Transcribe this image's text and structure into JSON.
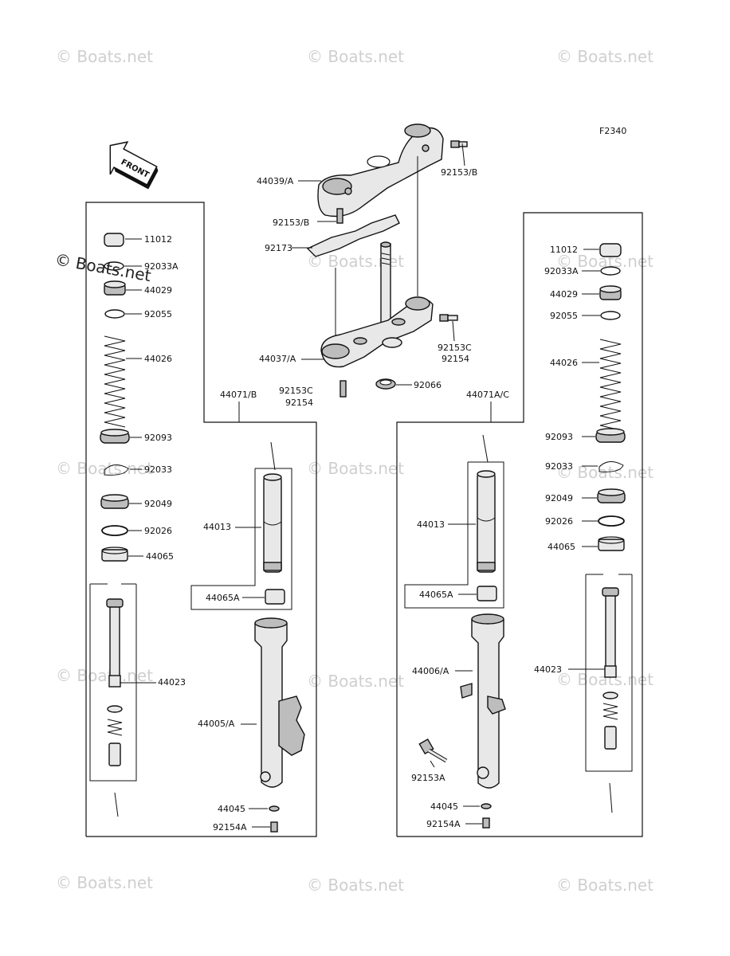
{
  "figure_code": "F2340",
  "front_label": "FRONT",
  "watermark": "© Boats.net",
  "left_fork": {
    "assembly": "44071/B",
    "labels": [
      "11012",
      "92033A",
      "44029",
      "92055",
      "44026",
      "92093",
      "92033",
      "92049",
      "92026",
      "44065",
      "44023",
      "44013",
      "44065A",
      "44005/A",
      "44045",
      "92154A"
    ]
  },
  "right_fork": {
    "assembly": "44071A/C",
    "labels": [
      "11012",
      "92033A",
      "44029",
      "92055",
      "44026",
      "92093",
      "92033",
      "92049",
      "92026",
      "44065",
      "44023",
      "44013",
      "44065A",
      "44006/A",
      "92153A",
      "44045",
      "92154A"
    ]
  },
  "steering": {
    "labels": [
      "44039/A",
      "92153/B",
      "92153/B",
      "92173",
      "44037/A",
      "92153C",
      "92154",
      "92153C",
      "92154",
      "92066"
    ]
  }
}
